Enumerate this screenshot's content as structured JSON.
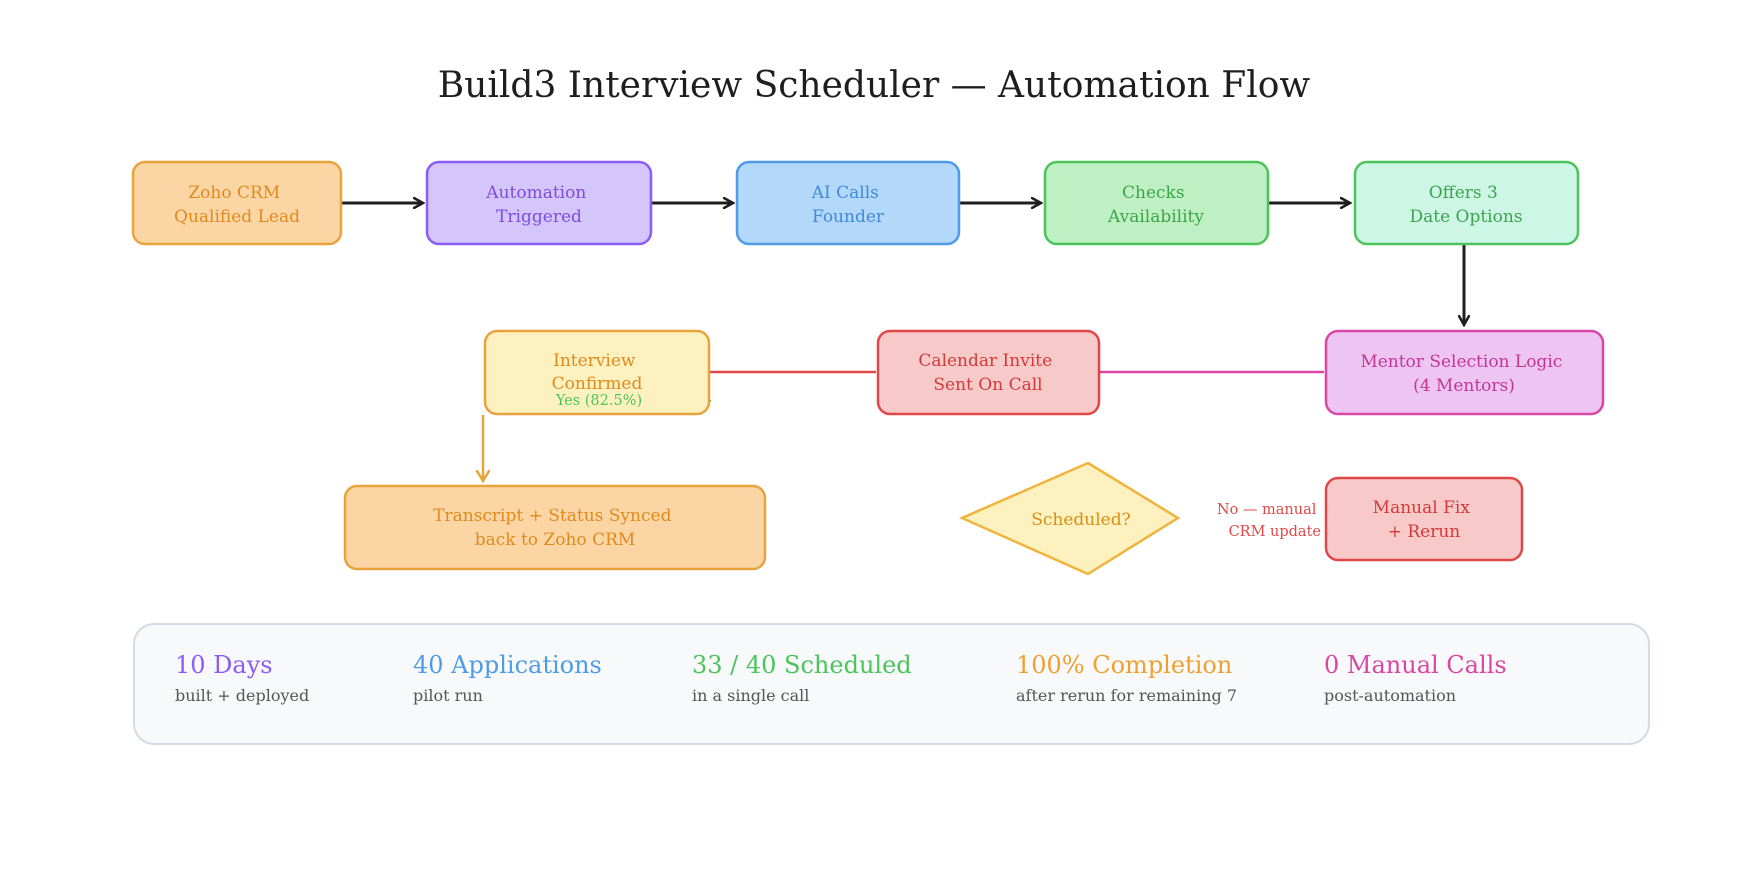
{
  "title": "Build3 Interview Scheduler — Automation Flow",
  "nodes": {
    "zoho_crm": {
      "lines": [
        "Zoho CRM",
        "Qualified Lead"
      ],
      "stroke": "#e8a33d",
      "fill": "#fbd6a4",
      "text": "#e08a1e"
    },
    "automation": {
      "lines": [
        "Automation",
        "Triggered"
      ],
      "stroke": "#8b5cf6",
      "fill": "#d4c5fb",
      "text": "#7c4ddb"
    },
    "ai_calls": {
      "lines": [
        "AI Calls",
        "Founder"
      ],
      "stroke": "#4f9be8",
      "fill": "#b3d8fa",
      "text": "#3f8ad9"
    },
    "checks": {
      "lines": [
        "Checks",
        "Availability"
      ],
      "stroke": "#4cc45c",
      "fill": "#bff0c3",
      "text": "#3aa64a"
    },
    "offers": {
      "lines": [
        "Offers 3",
        "Date Options"
      ],
      "stroke": "#4cc45c",
      "fill": "#cdf6e6",
      "text": "#3aa64a"
    },
    "mentor": {
      "lines": [
        "Mentor Selection Logic",
        "(4 Mentors)"
      ],
      "stroke": "#d946a6",
      "fill": "#eec4f2",
      "text": "#c2378f"
    },
    "calendar": {
      "lines": [
        "Calendar Invite",
        "Sent On Call"
      ],
      "stroke": "#e04848",
      "fill": "#f8c9c9",
      "text": "#d13a3a"
    },
    "interview": {
      "lines": [
        "Interview",
        "Confirmed"
      ],
      "stroke": "#e8a33d",
      "fill": "#fdf1bf",
      "text": "#e08a1e"
    },
    "transcript": {
      "lines": [
        "Transcript + Status Synced",
        "back to Zoho CRM"
      ],
      "stroke": "#e8a33d",
      "fill": "#fbd6a4",
      "text": "#e08a1e"
    },
    "scheduled": {
      "lines": [
        "Scheduled?"
      ],
      "stroke": "#f0b33b",
      "fill": "#fdf1bf",
      "text": "#d68f14"
    },
    "manual_fix": {
      "lines": [
        "Manual Fix",
        "+ Rerun"
      ],
      "stroke": "#e04848",
      "fill": "#f8c9c9",
      "text": "#d13a3a"
    }
  },
  "edge_labels": {
    "yes": {
      "text": "Yes (82.5%)",
      "color": "#4cc45c"
    },
    "no": {
      "lines": [
        "No — manual",
        "CRM update"
      ],
      "color": "#e04848"
    }
  },
  "stats": [
    {
      "value": "10 Days",
      "caption": "built + deployed",
      "color": "#8b5cf6"
    },
    {
      "value": "40 Applications",
      "caption": "pilot run",
      "color": "#4f9be8"
    },
    {
      "value": "33 / 40 Scheduled",
      "caption": "in a single call",
      "color": "#4cc45c"
    },
    {
      "value": "100% Completion",
      "caption": "after rerun for remaining 7",
      "color": "#f0a030"
    },
    {
      "value": "0 Manual Calls",
      "caption": "post-automation",
      "color": "#d946a6"
    }
  ]
}
